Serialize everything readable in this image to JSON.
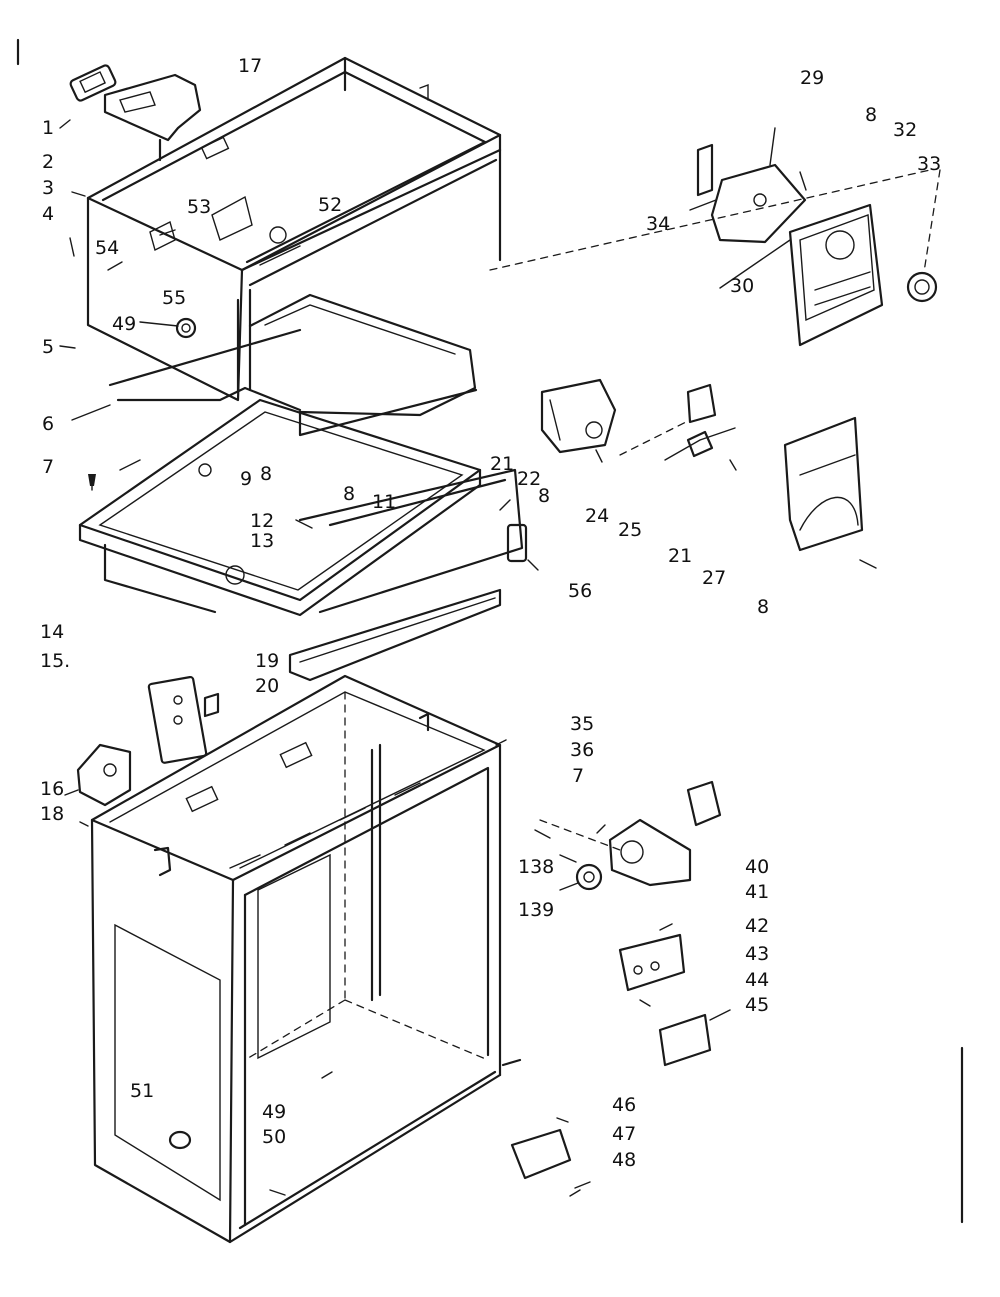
{
  "diagram": {
    "labels": [
      {
        "id": "l1",
        "text": "1"
      },
      {
        "id": "l2",
        "text": "2"
      },
      {
        "id": "l3",
        "text": "3"
      },
      {
        "id": "l4",
        "text": "4"
      },
      {
        "id": "l5",
        "text": "5"
      },
      {
        "id": "l6",
        "text": "6"
      },
      {
        "id": "l7a",
        "text": "7"
      },
      {
        "id": "l8a",
        "text": "8"
      },
      {
        "id": "l8b",
        "text": "8"
      },
      {
        "id": "l8c",
        "text": "8"
      },
      {
        "id": "l8d",
        "text": "8"
      },
      {
        "id": "l8e",
        "text": "8"
      },
      {
        "id": "l9",
        "text": "9"
      },
      {
        "id": "l11",
        "text": "11"
      },
      {
        "id": "l12",
        "text": "12"
      },
      {
        "id": "l13",
        "text": "13"
      },
      {
        "id": "l14",
        "text": "14"
      },
      {
        "id": "l15",
        "text": "15."
      },
      {
        "id": "l16",
        "text": "16"
      },
      {
        "id": "l17",
        "text": "17"
      },
      {
        "id": "l18",
        "text": "18"
      },
      {
        "id": "l19",
        "text": "19"
      },
      {
        "id": "l20",
        "text": "20"
      },
      {
        "id": "l21a",
        "text": "21"
      },
      {
        "id": "l21b",
        "text": "21"
      },
      {
        "id": "l22",
        "text": "22"
      },
      {
        "id": "l24",
        "text": "24"
      },
      {
        "id": "l25",
        "text": "25"
      },
      {
        "id": "l27",
        "text": "27"
      },
      {
        "id": "l29",
        "text": "29"
      },
      {
        "id": "l30",
        "text": "30"
      },
      {
        "id": "l32",
        "text": "32"
      },
      {
        "id": "l33",
        "text": "33"
      },
      {
        "id": "l34",
        "text": "34"
      },
      {
        "id": "l35",
        "text": "35"
      },
      {
        "id": "l36",
        "text": "36"
      },
      {
        "id": "l7b",
        "text": "7"
      },
      {
        "id": "l138",
        "text": "138"
      },
      {
        "id": "l139",
        "text": "139"
      },
      {
        "id": "l40",
        "text": "40"
      },
      {
        "id": "l41",
        "text": "41"
      },
      {
        "id": "l42",
        "text": "42"
      },
      {
        "id": "l43",
        "text": "43"
      },
      {
        "id": "l44",
        "text": "44"
      },
      {
        "id": "l45",
        "text": "45"
      },
      {
        "id": "l46",
        "text": "46"
      },
      {
        "id": "l47",
        "text": "47"
      },
      {
        "id": "l48",
        "text": "48"
      },
      {
        "id": "l49a",
        "text": "49"
      },
      {
        "id": "l49b",
        "text": "49"
      },
      {
        "id": "l50",
        "text": "50"
      },
      {
        "id": "l51",
        "text": "51"
      },
      {
        "id": "l52",
        "text": "52"
      },
      {
        "id": "l53",
        "text": "53"
      },
      {
        "id": "l54",
        "text": "54"
      },
      {
        "id": "l55",
        "text": "55"
      },
      {
        "id": "l56",
        "text": "56"
      }
    ]
  }
}
